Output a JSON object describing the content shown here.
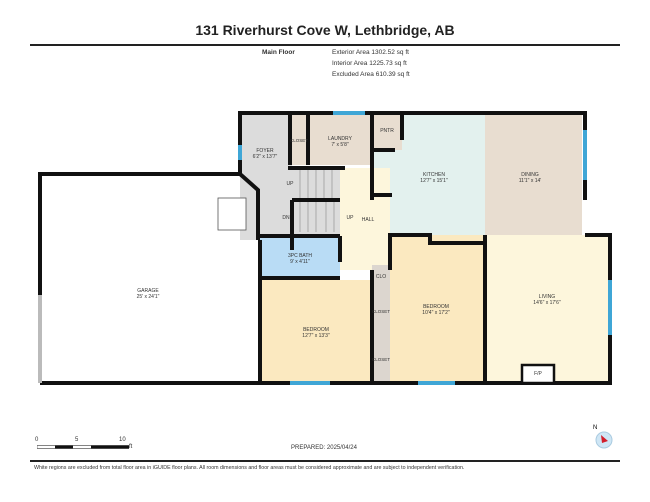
{
  "header": {
    "title": "131 Riverhurst Cove W, Lethbridge, AB",
    "floor": "Main Floor",
    "exterior": "Exterior Area 1302.52 sq ft",
    "interior": "Interior Area 1225.73 sq ft",
    "excluded": "Excluded Area 610.39 sq ft"
  },
  "rooms": {
    "foyer": {
      "name": "FOYER",
      "dim": "6'2\" x 13'7\""
    },
    "closet_foyer": {
      "name": "CLOSET"
    },
    "laundry": {
      "name": "LAUNDRY",
      "dim": "7' x 5'8\""
    },
    "pantry": {
      "name": "PNTR"
    },
    "kitchen": {
      "name": "KITCHEN",
      "dim": "12'7\" x 15'1\""
    },
    "dining": {
      "name": "DINING",
      "dim": "11'1\" x 14'"
    },
    "hall": {
      "name": "HALL"
    },
    "stairs_up1": "UP",
    "stairs_up2": "UP",
    "stairs_dn": "DN",
    "bath": {
      "name": "3PC BATH",
      "dim": "9' x 4'11\""
    },
    "garage": {
      "name": "GARAGE",
      "dim": "25' x 24'1\""
    },
    "bedroom1": {
      "name": "BEDROOM",
      "dim": "12'7\" x 13'3\""
    },
    "bedroom2": {
      "name": "BEDROOM",
      "dim": "10'4\" x 17'2\""
    },
    "clo": {
      "name": "CLO"
    },
    "closet_a": {
      "name": "CLOSET"
    },
    "closet_b": {
      "name": "CLOSET"
    },
    "living": {
      "name": "LIVING",
      "dim": "14'6\" x 17'6\""
    },
    "fireplace": {
      "name": "F/P"
    }
  },
  "scale": {
    "t0": "0",
    "t5": "5",
    "t10": "10",
    "unit": "ft"
  },
  "prepared": "PREPARED: 2025/04/24",
  "compass": "N",
  "disclaimer": "White regions are excluded from total floor area in iGUIDE floor plans. All room dimensions and floor areas must be considered approximate and are subject to independent verification.",
  "colors": {
    "wall": "#111111",
    "window": "#3fa6d6",
    "gray": "#dcdcdc",
    "beige": "#e8ddd0",
    "aqua": "#e3f1ee",
    "cream": "#fdf6dc",
    "bed": "#fbe9c0",
    "bath": "#b9dcf5"
  }
}
